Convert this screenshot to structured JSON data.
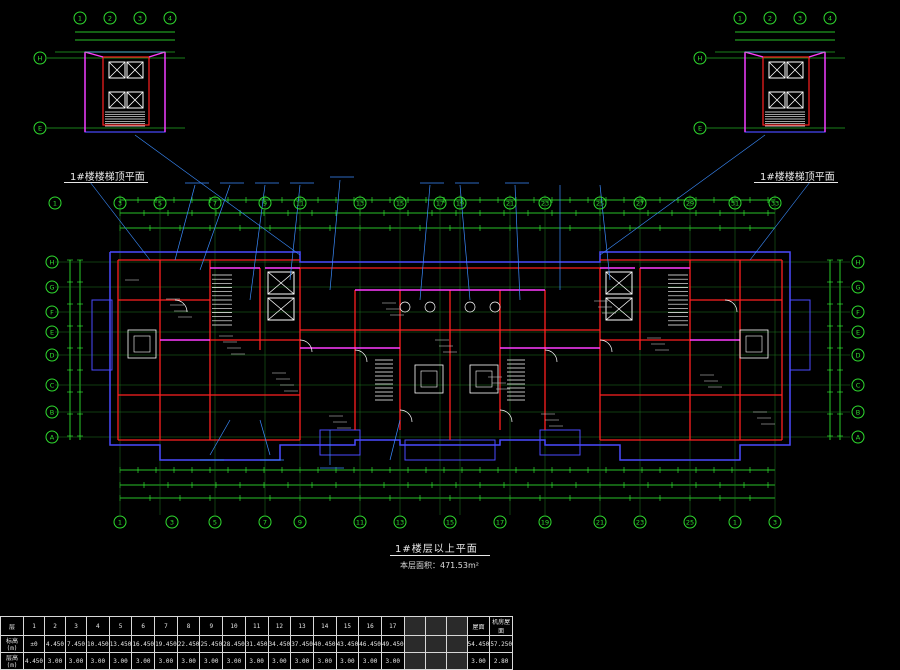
{
  "drawing": {
    "main_title": "1#楼层以上平面",
    "area_note": "本层面积：471.53m²",
    "stair_title_left": "1#楼楼梯顶平面",
    "stair_title_right": "1#楼楼梯顶平面",
    "colors": {
      "background": "#000000",
      "walls": "#ff2020",
      "columns": "#ffffff",
      "dimensions": "#34ff34",
      "grid_axes": "#2fdc2f",
      "annotations": "#3a8cff",
      "outline": "#4a4aff",
      "highlight": "#ff3cff",
      "text": "#e8e8e8"
    },
    "grid_labels_top": [
      "1",
      "3",
      "5",
      "7",
      "9",
      "11",
      "13",
      "15",
      "17",
      "19",
      "21",
      "23",
      "25",
      "27",
      "29",
      "31",
      "33",
      "35"
    ],
    "grid_labels_bottom": [
      "1",
      "3",
      "5",
      "7",
      "9",
      "11",
      "13",
      "15",
      "17",
      "19",
      "21",
      "23",
      "25"
    ],
    "grid_labels_side": [
      "H",
      "G",
      "F",
      "E",
      "D",
      "C",
      "B",
      "A"
    ],
    "stair_grid_labels": [
      "1",
      "2",
      "3",
      "4"
    ],
    "stair_side_labels": [
      "H",
      "E"
    ]
  },
  "table": {
    "header": [
      "层",
      "1",
      "2",
      "3",
      "4",
      "5",
      "6",
      "7",
      "8",
      "9",
      "10",
      "11",
      "12",
      "13",
      "14",
      "15",
      "16",
      "17",
      "",
      "",
      "",
      "屋面",
      "机房屋面"
    ],
    "row_elev": [
      "标高(m)",
      "±0",
      "4.450",
      "7.450",
      "10.450",
      "13.450",
      "16.450",
      "19.450",
      "22.450",
      "25.450",
      "28.450",
      "31.450",
      "34.450",
      "37.450",
      "40.450",
      "43.450",
      "46.450",
      "49.450",
      "",
      "",
      "",
      "54.450",
      "57.250"
    ],
    "row_height": [
      "层高(m)",
      "4.450",
      "3.00",
      "3.00",
      "3.00",
      "3.00",
      "3.00",
      "3.00",
      "3.00",
      "3.00",
      "3.00",
      "3.00",
      "3.00",
      "3.00",
      "3.00",
      "3.00",
      "3.00",
      "3.00",
      "",
      "",
      "",
      "3.00",
      "2.80"
    ]
  }
}
